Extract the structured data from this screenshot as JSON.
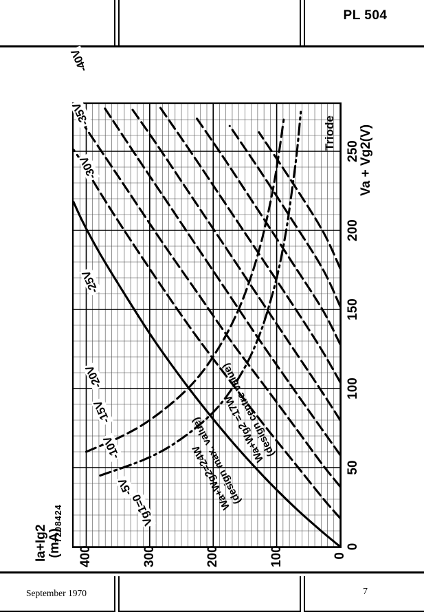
{
  "header": {
    "part_number": "PL 504"
  },
  "footer": {
    "date": "September 1970",
    "page_number": "7"
  },
  "chart_meta": {
    "doc_code": "7208424",
    "mode_tag": "Triode"
  },
  "chart_data": {
    "type": "line",
    "title": "",
    "xlabel": "Va + Vg2(V)",
    "ylabel_line1": "Ia+Ig2",
    "ylabel_line2": "(mA)",
    "xlim": [
      0,
      280
    ],
    "ylim": [
      0,
      420
    ],
    "xticks": [
      0,
      50,
      100,
      150,
      200,
      250
    ],
    "yticks": [
      0,
      100,
      200,
      300,
      400
    ],
    "xtick_labels": [
      "0",
      "50",
      "100",
      "150",
      "200",
      "250"
    ],
    "ytick_labels": [
      "0",
      "100",
      "200",
      "300",
      "400"
    ],
    "grid": true,
    "grid_minor_step_x": 10,
    "grid_minor_step_y": 10,
    "grid_major_step_x": 50,
    "grid_major_step_y": 100,
    "legend_position": "inline-curve-labels",
    "series": [
      {
        "name": "Vg1=0",
        "label": "Vg1=0",
        "style": "solid",
        "points": [
          [
            0,
            0
          ],
          [
            10,
            30
          ],
          [
            25,
            72
          ],
          [
            45,
            122
          ],
          [
            70,
            178
          ],
          [
            100,
            238
          ],
          [
            130,
            292
          ],
          [
            160,
            340
          ],
          [
            185,
            378
          ],
          [
            205,
            405
          ],
          [
            218,
            420
          ]
        ]
      },
      {
        "name": "-5V",
        "label": "-5V",
        "style": "dashed",
        "points": [
          [
            18,
            0
          ],
          [
            30,
            26
          ],
          [
            50,
            66
          ],
          [
            75,
            116
          ],
          [
            105,
            174
          ],
          [
            135,
            230
          ],
          [
            165,
            282
          ],
          [
            195,
            332
          ],
          [
            220,
            372
          ],
          [
            245,
            410
          ],
          [
            251,
            420
          ]
        ]
      },
      {
        "name": "-10V",
        "label": "-10V",
        "style": "dashed",
        "points": [
          [
            38,
            0
          ],
          [
            52,
            28
          ],
          [
            75,
            70
          ],
          [
            100,
            116
          ],
          [
            130,
            172
          ],
          [
            160,
            224
          ],
          [
            190,
            276
          ],
          [
            220,
            326
          ],
          [
            250,
            376
          ],
          [
            275,
            418
          ]
        ]
      },
      {
        "name": "-15V",
        "label": "-15V",
        "style": "dashed",
        "points": [
          [
            58,
            0
          ],
          [
            75,
            30
          ],
          [
            100,
            74
          ],
          [
            130,
            126
          ],
          [
            160,
            176
          ],
          [
            190,
            226
          ],
          [
            220,
            276
          ],
          [
            250,
            326
          ],
          [
            278,
            372
          ]
        ]
      },
      {
        "name": "-20V",
        "label": "-20V",
        "style": "dashed",
        "points": [
          [
            80,
            0
          ],
          [
            100,
            32
          ],
          [
            130,
            82
          ],
          [
            160,
            132
          ],
          [
            195,
            190
          ],
          [
            225,
            240
          ],
          [
            255,
            290
          ],
          [
            278,
            330
          ]
        ]
      },
      {
        "name": "-25V",
        "label": "-25V",
        "style": "dashed",
        "points": [
          [
            104,
            0
          ],
          [
            125,
            30
          ],
          [
            155,
            78
          ],
          [
            190,
            136
          ],
          [
            220,
            186
          ],
          [
            250,
            236
          ],
          [
            278,
            284
          ]
        ]
      },
      {
        "name": "-30V",
        "label": "-30V",
        "style": "dashed",
        "points": [
          [
            128,
            0
          ],
          [
            150,
            28
          ],
          [
            180,
            76
          ],
          [
            212,
            128
          ],
          [
            245,
            182
          ],
          [
            272,
            228
          ]
        ]
      },
      {
        "name": "-35V",
        "label": "-35V",
        "style": "dashed",
        "points": [
          [
            152,
            0
          ],
          [
            176,
            28
          ],
          [
            208,
            78
          ],
          [
            240,
            130
          ],
          [
            266,
            174
          ]
        ]
      },
      {
        "name": "-40V",
        "label": "-40V",
        "style": "dashed",
        "points": [
          [
            176,
            0
          ],
          [
            200,
            28
          ],
          [
            232,
            78
          ],
          [
            262,
            128
          ]
        ]
      }
    ],
    "dissipation_curves": [
      {
        "name": "Wa+Wg2=24W",
        "label_line1": "Wa+Wg2=24W",
        "label_line2": "(design max. value)",
        "value_w": 24,
        "style": "dashed",
        "points": [
          [
            60,
            400
          ],
          [
            70,
            343
          ],
          [
            80,
            300
          ],
          [
            95,
            253
          ],
          [
            110,
            218
          ],
          [
            130,
            185
          ],
          [
            150,
            160
          ],
          [
            170,
            141
          ],
          [
            190,
            126
          ],
          [
            210,
            114
          ],
          [
            230,
            104
          ],
          [
            250,
            96
          ],
          [
            270,
            89
          ]
        ]
      },
      {
        "name": "Wa+Wg2=17W",
        "label_line1": "Wa+Wg2 =17W",
        "label_line2": "(design centre value)",
        "value_w": 17,
        "style": "dash-dot",
        "points": [
          [
            45,
            378
          ],
          [
            55,
            309
          ],
          [
            65,
            262
          ],
          [
            80,
            213
          ],
          [
            95,
            179
          ],
          [
            115,
            148
          ],
          [
            135,
            126
          ],
          [
            155,
            110
          ],
          [
            175,
            97
          ],
          [
            200,
            85
          ],
          [
            225,
            76
          ],
          [
            250,
            68
          ],
          [
            275,
            62
          ]
        ]
      }
    ],
    "curve_label_positions": [
      {
        "label": "Vg1=0",
        "x": 13,
        "y": 298
      },
      {
        "label": "-5V",
        "x": 32,
        "y": 330
      },
      {
        "label": "-10V",
        "x": 55,
        "y": 350
      },
      {
        "label": "-15V",
        "x": 78,
        "y": 365
      },
      {
        "label": "-20V",
        "x": 100,
        "y": 378
      },
      {
        "label": "-25V",
        "x": 160,
        "y": 383
      },
      {
        "label": "-30V",
        "x": 232,
        "y": 386
      },
      {
        "label": "-35V",
        "x": 266,
        "y": 398
      },
      {
        "label": "-40V",
        "x": 300,
        "y": 400
      }
    ]
  }
}
